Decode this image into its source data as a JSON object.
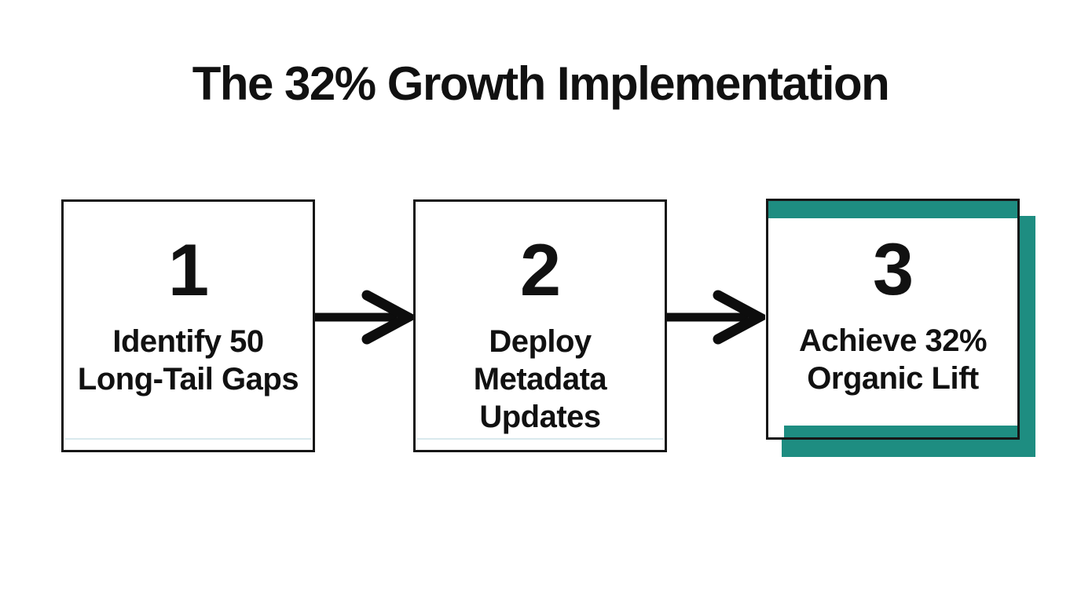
{
  "title": "The 32% Growth Implementation",
  "steps": [
    {
      "number": "1",
      "label": "Identify 50 Long-Tail Gaps",
      "lines": [
        "Identify 50",
        "Long-Tail Gaps"
      ],
      "highlighted": false
    },
    {
      "number": "2",
      "label": "Deploy Metadata Updates",
      "lines": [
        "Deploy",
        "Metadata",
        "Updates"
      ],
      "highlighted": false
    },
    {
      "number": "3",
      "label": "Achieve 32% Organic Lift",
      "lines": [
        "Achieve 32%",
        "Organic Lift"
      ],
      "highlighted": true
    }
  ],
  "connectors": [
    "arrow-right",
    "arrow-right"
  ],
  "colors": {
    "accent_teal": "#1e8d81",
    "text_black": "#111111",
    "border_black": "#161616",
    "hairline_light": "#d9e9ed",
    "background": "#ffffff"
  }
}
